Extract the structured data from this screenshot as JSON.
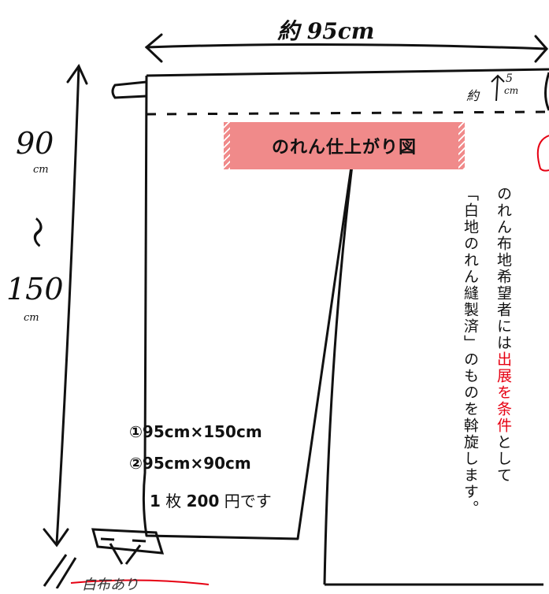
{
  "dimensions": {
    "width_label": "約 95cm",
    "height_top_label": "90",
    "height_top_unit": "cm",
    "height_sep": "〜",
    "height_bottom_label": "150",
    "height_bottom_unit": "cm",
    "fold_label": "約",
    "fold_value": "5",
    "fold_unit": "cm"
  },
  "banner": {
    "title": "のれん仕上がり図"
  },
  "side_note": {
    "col1_a": "のれん布地希望者には",
    "col1_red": "出展を条件",
    "col1_b": "として",
    "col2": "「白地のれん縫製済」のものを斡旋します。"
  },
  "sizes": {
    "option1": "①95cm×150cm",
    "option2": "②95cm×90cm",
    "price_qty": "1",
    "price_unit_word": "枚",
    "price_amount": "200",
    "price_suffix": "円です"
  },
  "bottom_note": {
    "text": "白布あり"
  },
  "colors": {
    "banner": "#f08a8a",
    "accent_red": "#e60012",
    "line": "#111111"
  }
}
